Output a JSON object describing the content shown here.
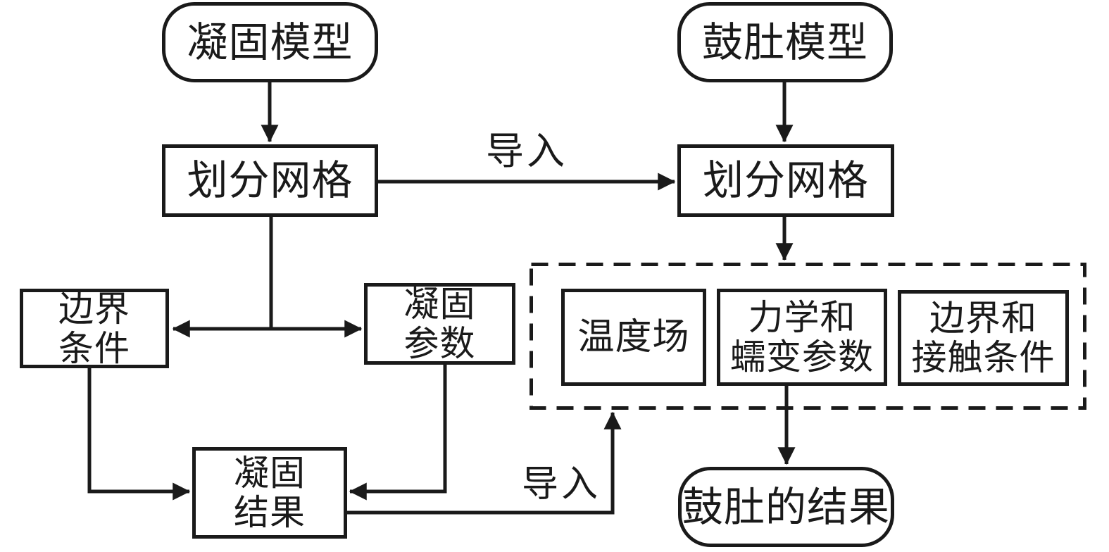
{
  "diagram": {
    "background_color": "#ffffff",
    "line_color": "#1a1a1a",
    "nodes": {
      "solidification_model": {
        "label": "凝固模型",
        "shape": "rounded"
      },
      "bulging_model": {
        "label": "鼓肚模型",
        "shape": "rounded"
      },
      "mesh_left": {
        "label": "划分网格",
        "shape": "rect"
      },
      "mesh_right": {
        "label": "划分网格",
        "shape": "rect"
      },
      "boundary_conditions": {
        "label": "边界\n条件",
        "shape": "rect"
      },
      "solidification_params": {
        "label": "凝固\n参数",
        "shape": "rect"
      },
      "temperature_field": {
        "label": "温度场",
        "shape": "rect"
      },
      "mechanics_creep_params": {
        "label": "力学和\n蠕变参数",
        "shape": "rect"
      },
      "boundary_contact_conditions": {
        "label": "边界和\n接触条件",
        "shape": "rect"
      },
      "solidification_result": {
        "label": "凝固\n结果",
        "shape": "rect"
      },
      "bulging_result": {
        "label": "鼓肚的结果",
        "shape": "rounded"
      }
    },
    "edge_labels": {
      "import_top": "导入",
      "import_bottom": "导入"
    }
  }
}
